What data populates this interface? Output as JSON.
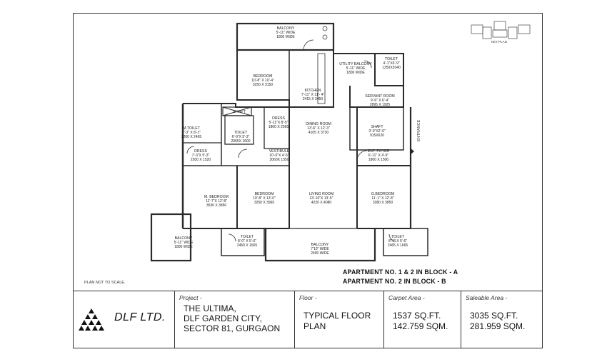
{
  "rooms": [
    {
      "name": "BALCONY",
      "dim": "5'-11\" WIDE",
      "metric": "1800 WIDE"
    },
    {
      "name": "BEDROOM",
      "dim": "10'-8\" X 10'-4\"",
      "metric": "3250 X 3150"
    },
    {
      "name": "KITCHEN",
      "dim": "7'-11\" X 11'- 4\"",
      "metric": "2415 X 3450"
    },
    {
      "name": "UTILITY BALCONY",
      "dim": "5'-11\" WIDE",
      "metric": "1800 WIDE"
    },
    {
      "name": "TOILET",
      "dim": "4'-1\"X6'-9\"",
      "metric": "1250X2040"
    },
    {
      "name": "SERVANT ROOM",
      "dim": "9'-6\" X 6'-4\"",
      "metric": "2895 X 1925"
    },
    {
      "name": "M.TOILET",
      "dim": "7'-3\" X 8'-1\"",
      "metric": "2200 X 2465"
    },
    {
      "name": "TOILET",
      "dim": "6'-9\"X 5'-3\"",
      "metric": "2065X 1600"
    },
    {
      "name": "DRESS",
      "dim": "5'-11\"X 8'-5\"",
      "metric": "1800 X 2565"
    },
    {
      "name": "DINING ROOM",
      "dim": "13'-6\" X 12'-3\"",
      "metric": "4105 X 3730"
    },
    {
      "name": "SHAFT",
      "dim": "3'-0\"X2'-0\"",
      "metric": "915X620"
    },
    {
      "name": "DRESS",
      "dim": "7'-3\"X 5'-3\"",
      "metric": "2200 X 1520"
    },
    {
      "name": "VESTIBULE",
      "dim": "10'-0\"X 4'-5\"",
      "metric": "3060X 1350"
    },
    {
      "name": "ENT. FOYER",
      "dim": "6'-11\" X 4'-9\"",
      "metric": "1800 X 1500"
    },
    {
      "name": "M. BEDROOM",
      "dim": "11'-7\"X 12'-8\"",
      "metric": "3530 X 3850"
    },
    {
      "name": "BEDROOM",
      "dim": "10'-8\" X 13'-0\"",
      "metric": "3250 X 3965"
    },
    {
      "name": "LIVING ROOM",
      "dim": "13'-10\"X 13'-5\"",
      "metric": "4220 X 4080"
    },
    {
      "name": "G.BEDROOM",
      "dim": "11'-1\" X 12'-8\"",
      "metric": "3380 X 3850"
    },
    {
      "name": "BALCONY",
      "dim": "5'-11\" WIDE",
      "metric": "1800 WIDE"
    },
    {
      "name": "TOILET",
      "dim": "8'-0\" X 5'-6\"",
      "metric": "2450 X 1665"
    },
    {
      "name": "BALCONY",
      "dim": "7'10\" WIDE",
      "metric": "2400 WIDE"
    },
    {
      "name": "TOILET",
      "dim": "8'-1\" X 5'-6\"",
      "metric": "2465 X 1665"
    }
  ],
  "shaft_label": "SHAFT",
  "entrance_label": "ENTRANCE",
  "key_plan_label": "KEY PLAN",
  "scale_note": "PLAN NOT TO SCALE.",
  "apartment_lines": [
    "APARTMENT NO. 1 & 2 IN BLOCK -  A",
    "APARTMENT NO. 2 IN BLOCK -  B"
  ],
  "title_block": {
    "company": "DLF LTD.",
    "project_caption": "Project -",
    "project_lines": [
      "THE ULTIMA,",
      "DLF GARDEN CITY,",
      "SECTOR 81, GURGAON"
    ],
    "floor_caption": "Floor -",
    "floor_lines": [
      "TYPICAL FLOOR",
      "PLAN"
    ],
    "carpet_caption": "Carpet Area -",
    "carpet_lines": [
      "1537 SQ.FT.",
      "142.759 SQM."
    ],
    "saleable_caption": "Saleable Area -",
    "saleable_lines": [
      "3035 SQ.FT.",
      "281.959 SQM."
    ]
  },
  "colors": {
    "line": "#333333",
    "wall": "#2a2a2a",
    "grey": "#888888"
  }
}
